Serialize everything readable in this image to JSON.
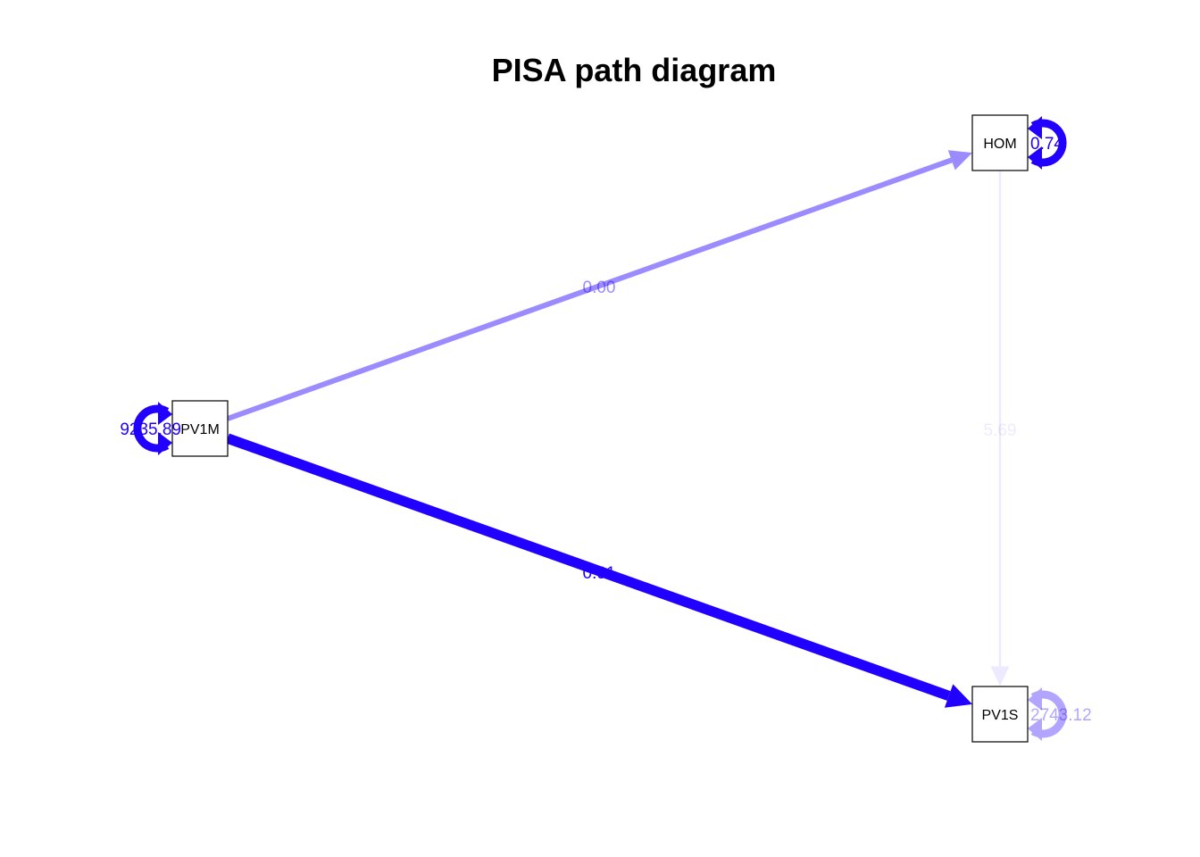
{
  "title": "PISA path diagram",
  "nodes": [
    {
      "id": "HOM",
      "label": "HOM",
      "variance": "0.74",
      "variance_color": "#2200ff",
      "variance_opacity": 1.0
    },
    {
      "id": "PV1M",
      "label": "PV1M",
      "variance": "9235.89",
      "variance_color": "#2200ff",
      "variance_opacity": 1.0
    },
    {
      "id": "PV1S",
      "label": "PV1S",
      "variance": "2743.12",
      "variance_color": "#2200ff",
      "variance_opacity": 0.35
    }
  ],
  "edges": [
    {
      "from": "PV1M",
      "to": "HOM",
      "label": "0.00",
      "color": "#2200ff",
      "opacity": 0.45,
      "weight": 0.45
    },
    {
      "from": "PV1M",
      "to": "PV1S",
      "label": "0.91",
      "color": "#2200ff",
      "opacity": 1.0,
      "weight": 1.0
    },
    {
      "from": "HOM",
      "to": "PV1S",
      "label": "5.69",
      "color": "#2200ff",
      "opacity": 0.08,
      "weight": 0.1
    }
  ]
}
